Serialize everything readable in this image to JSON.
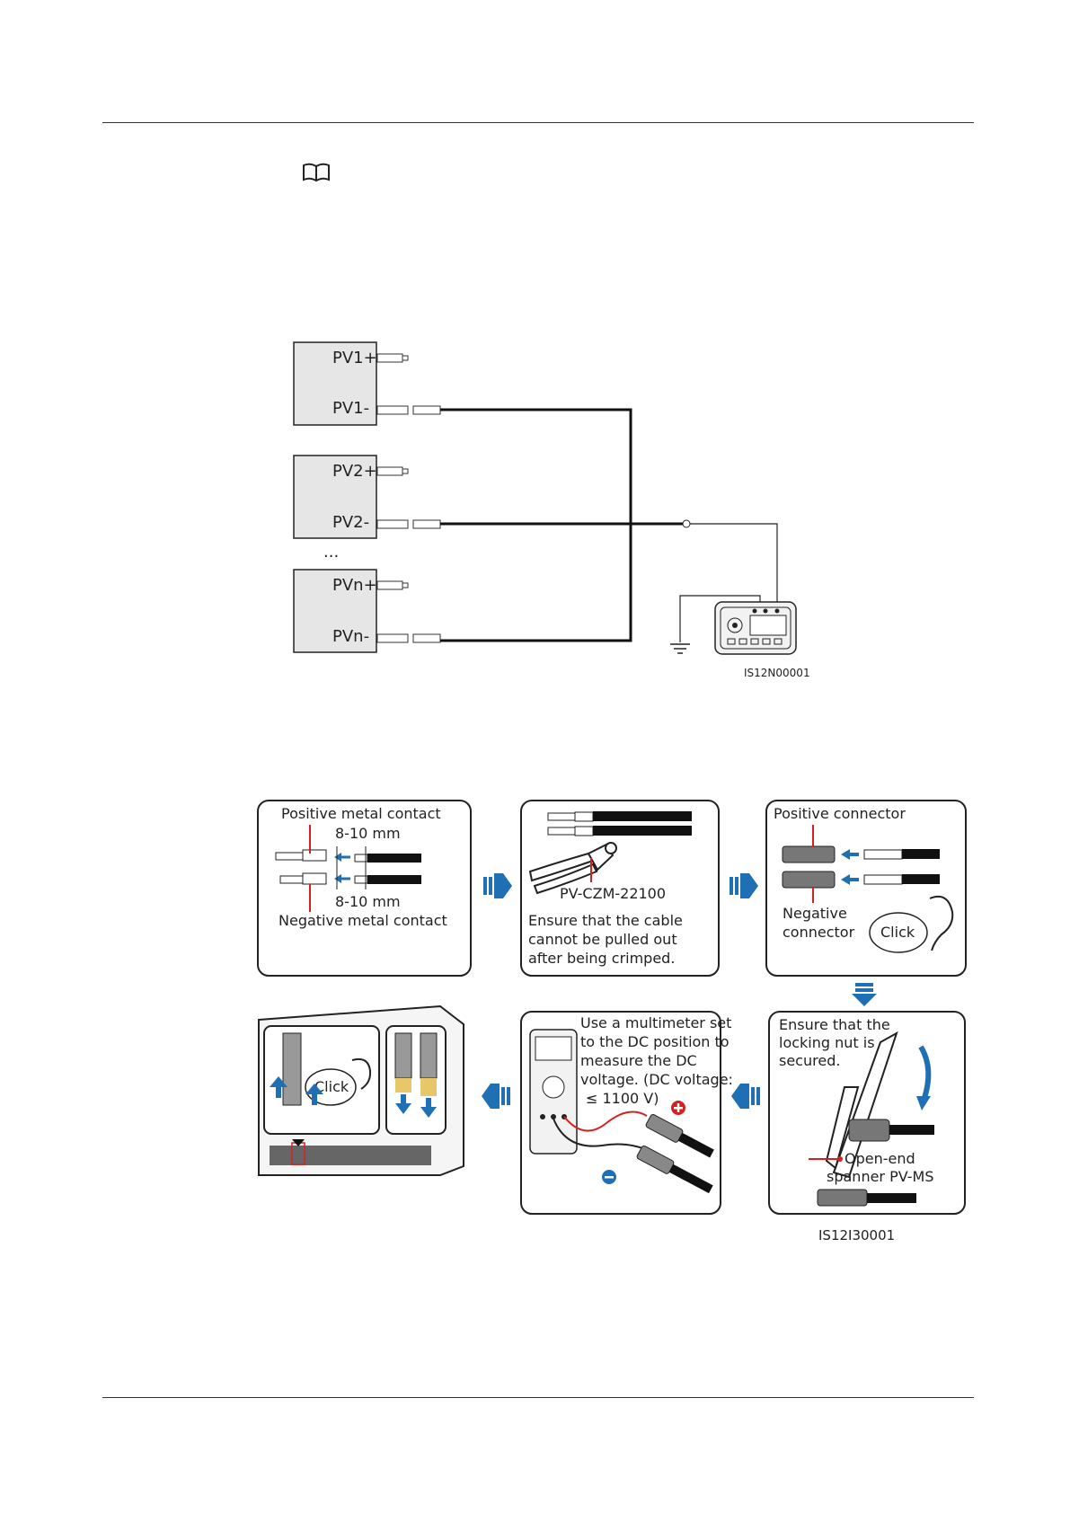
{
  "diagram1": {
    "pv_labels": [
      "PV1+",
      "PV1-",
      "PV2+",
      "PV2-",
      "PVn+",
      "PVn-"
    ],
    "ellipsis": "...",
    "figure_id": "IS12N00001"
  },
  "diagram2": {
    "panel1": {
      "pos_contact": "Positive metal contact",
      "dim_top": "8-10 mm",
      "dim_bottom": "8-10 mm",
      "neg_contact": "Negative metal contact"
    },
    "panel2": {
      "tool": "PV-CZM-22100",
      "note": [
        "Ensure that the cable",
        "cannot be pulled out",
        "after being crimped."
      ]
    },
    "panel3": {
      "pos_connector": "Positive connector",
      "neg_connector": [
        "Negative",
        "connector"
      ],
      "click": "Click"
    },
    "panel4": {
      "note": [
        "Ensure that the",
        "locking nut is",
        "secured."
      ],
      "spanner": [
        "Open-end",
        "spanner PV-MS"
      ]
    },
    "panel5": {
      "note": [
        "Use a multimeter set",
        "to the DC position to",
        "measure the DC",
        "voltage. (DC voltage:",
        "≤ 1100 V)"
      ]
    },
    "panel6": {
      "click": "Click"
    },
    "figure_id": "IS12I30001"
  },
  "colors": {
    "arrow_blue": "#1f6fb5",
    "red": "#d62020",
    "panel_fill": "#e6e6e6"
  }
}
